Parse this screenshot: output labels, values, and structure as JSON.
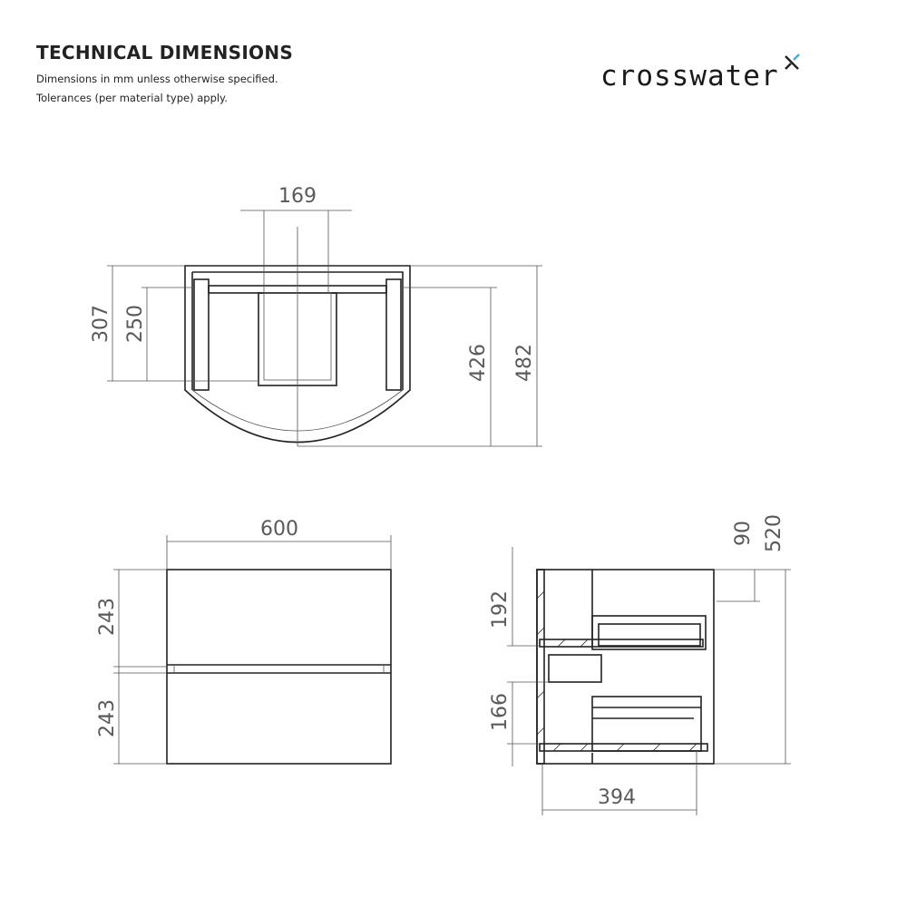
{
  "header": {
    "title": "TECHNICAL DIMENSIONS",
    "notes": [
      "Dimensions in mm unless otherwise specified.",
      "Tolerances (per material type) apply."
    ]
  },
  "logo": {
    "text": "crosswater",
    "accent_color": "#3bb3d6"
  },
  "top_view": {
    "width_inner": "169",
    "depth_a": "307",
    "depth_b": "250",
    "depth_c": "426",
    "depth_total": "482"
  },
  "front_view": {
    "width": "600",
    "drawer_top": "243",
    "drawer_bottom": "243"
  },
  "side_view": {
    "height": "520",
    "top_offset": "90",
    "drawer_top": "192",
    "drawer_bottom": "166",
    "depth": "394"
  }
}
